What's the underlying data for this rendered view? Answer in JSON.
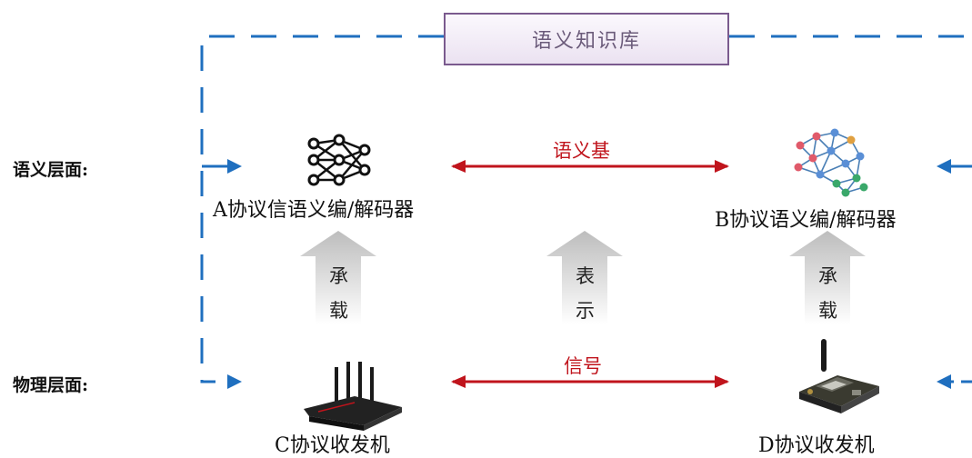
{
  "knowledge_base": "语义知识库",
  "layers": {
    "semantic": "语义层面:",
    "physical": "物理层面:"
  },
  "nodes": {
    "a": {
      "label": "A协议信语义编/解码器",
      "icon": "neural-network-icon"
    },
    "b": {
      "label": "B协议语义编/解码器",
      "icon": "colorful-neural-network-icon"
    },
    "c": {
      "label": "C协议收发机",
      "icon": "wifi-router-icon"
    },
    "d": {
      "label": "D协议收发机",
      "icon": "radio-module-icon"
    }
  },
  "links": {
    "semantic_base": "语义基",
    "signal": "信号"
  },
  "vertical": {
    "left": [
      "承",
      "载"
    ],
    "middle": [
      "表",
      "示"
    ],
    "right": [
      "承",
      "载"
    ]
  },
  "colors": {
    "dashed": "#1f6fbf",
    "red": "#c0141c",
    "box_border": "#7a5a8e"
  }
}
